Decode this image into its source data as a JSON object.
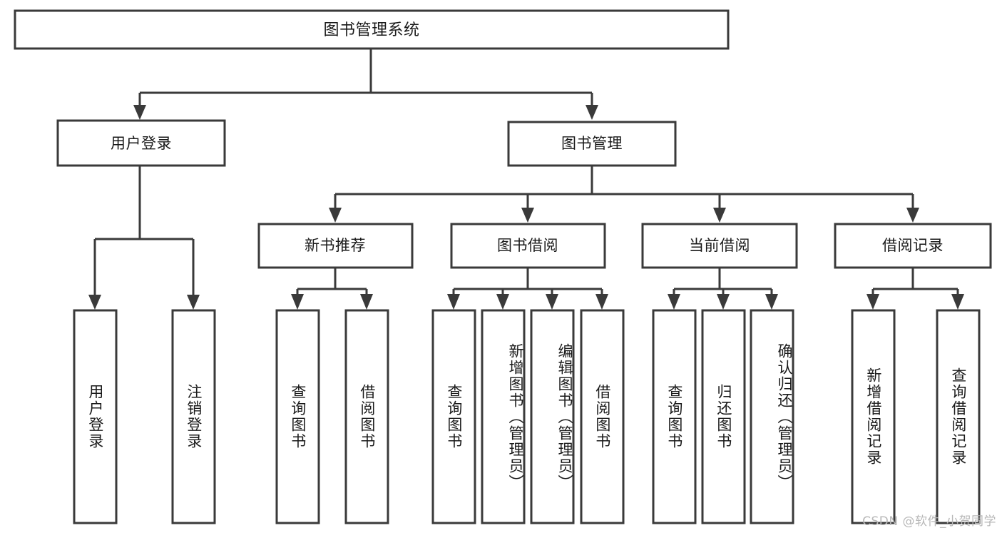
{
  "diagram": {
    "type": "tree-hierarchy-chart",
    "title": "图书管理系统",
    "orientation": "top-down",
    "colors": {
      "box_stroke": "#3a3a3a",
      "box_fill": "#ffffff",
      "connector": "#3a3a3a",
      "text": "#1a1a1a",
      "watermark": "#b8b8b8",
      "background": "#ffffff"
    },
    "levels": {
      "root": {
        "id": "root",
        "label": "图书管理系统"
      },
      "level2": [
        {
          "id": "n_user_login",
          "label": "用户登录"
        },
        {
          "id": "n_book_mgmt",
          "label": "图书管理"
        }
      ],
      "level3": [
        {
          "id": "n_new_book_rec",
          "label": "新书推荐",
          "parent": "n_book_mgmt"
        },
        {
          "id": "n_book_borrow",
          "label": "图书借阅",
          "parent": "n_book_mgmt"
        },
        {
          "id": "n_current_borrow",
          "label": "当前借阅",
          "parent": "n_book_mgmt"
        },
        {
          "id": "n_borrow_record",
          "label": "借阅记录",
          "parent": "n_book_mgmt"
        }
      ],
      "leaves": [
        {
          "id": "l_user_login",
          "label": "用户登录",
          "parent": "n_user_login"
        },
        {
          "id": "l_user_logout",
          "label": "注销登录",
          "parent": "n_user_login"
        },
        {
          "id": "l_query_book_1",
          "label": "查询图书",
          "parent": "n_new_book_rec"
        },
        {
          "id": "l_borrow_book_1",
          "label": "借阅图书",
          "parent": "n_new_book_rec"
        },
        {
          "id": "l_query_book_2",
          "label": "查询图书",
          "parent": "n_book_borrow"
        },
        {
          "id": "l_add_book",
          "label": "新增图书（管理员）",
          "parent": "n_book_borrow"
        },
        {
          "id": "l_edit_book",
          "label": "编辑图书（管理员）",
          "parent": "n_book_borrow"
        },
        {
          "id": "l_borrow_book_2",
          "label": "借阅图书",
          "parent": "n_book_borrow"
        },
        {
          "id": "l_query_book_3",
          "label": "查询图书",
          "parent": "n_current_borrow"
        },
        {
          "id": "l_return_book",
          "label": "归还图书",
          "parent": "n_current_borrow"
        },
        {
          "id": "l_confirm_return",
          "label": "确认归还（管理员）",
          "parent": "n_current_borrow"
        },
        {
          "id": "l_add_record",
          "label": "新增借阅记录",
          "parent": "n_borrow_record"
        },
        {
          "id": "l_query_record",
          "label": "查询借阅记录",
          "parent": "n_borrow_record"
        }
      ]
    }
  },
  "watermark": {
    "text": "CSDN @软件_小贺同学"
  }
}
